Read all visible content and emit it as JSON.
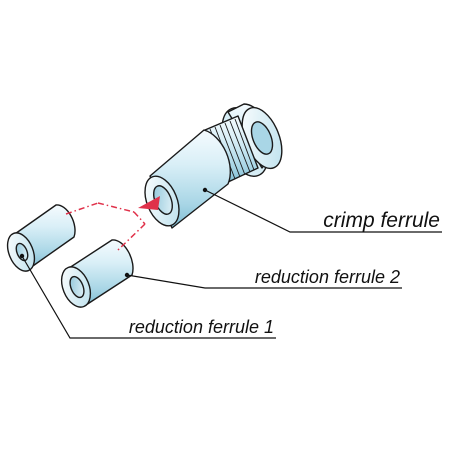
{
  "labels": {
    "crimp_ferrule": "crimp ferrule",
    "reduction_ferrule_2": "reduction ferrule 2",
    "reduction_ferrule_1": "reduction ferrule 1"
  },
  "colors": {
    "metal_light": "#f3fafd",
    "metal_mid": "#bfe3f0",
    "metal_dark": "#6fb4cd",
    "outline": "#1a1a1a",
    "assembly_line": "#e0314a",
    "leader": "#111111"
  }
}
